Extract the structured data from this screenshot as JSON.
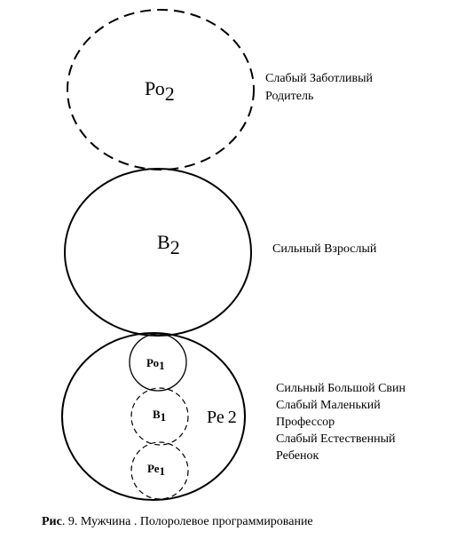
{
  "states": {
    "parent2": {
      "main": "Ро",
      "sub": "2"
    },
    "adult2": {
      "main": "В",
      "sub": "2"
    },
    "child2": {
      "main": "Ре",
      "sub": "2"
    },
    "parent1": {
      "main": "Ро",
      "sub": "1"
    },
    "adult1": {
      "main": "В",
      "sub": "1"
    },
    "child1": {
      "main": "Ре",
      "sub": "1"
    }
  },
  "labels": {
    "parent2": [
      "Слабый Заботливый",
      "Родитель"
    ],
    "adult2": [
      "Сильный Взрослый"
    ],
    "child2": [
      "Сильный Большой Свин",
      "Слабый Маленький",
      "Профессор",
      "Слабый Естественный",
      "Ребенок"
    ]
  },
  "caption": {
    "prefix": "Рис",
    "number": ". 9.",
    "text": " Мужчина . Полоролевое программирование"
  }
}
